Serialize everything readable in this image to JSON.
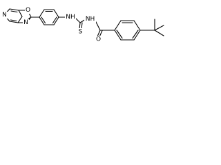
{
  "molecule": {
    "atoms": {
      "pyridine_n": "N",
      "oxazole_o": "O",
      "oxazole_n": "N",
      "thiourea_nh_left": "NH",
      "thiourea_nh_right": "NH",
      "thiocarbonyl_s": "S",
      "carbonyl_o": "O"
    }
  }
}
